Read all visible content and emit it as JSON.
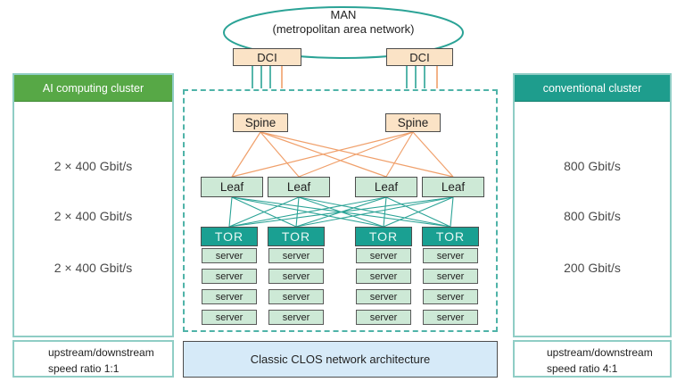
{
  "man": {
    "title": "MAN",
    "subtitle": "(metropolitan area network)"
  },
  "dci": [
    "DCI",
    "DCI"
  ],
  "left_panel": {
    "header": "AI computing cluster",
    "speeds": [
      "2 × 400 Gbit/s",
      "2 × 400 Gbit/s",
      "2 × 400 Gbit/s"
    ],
    "footer_line1": "upstream/downstream",
    "footer_line2": "speed ratio 1:1"
  },
  "right_panel": {
    "header": "conventional cluster",
    "speeds": [
      "800 Gbit/s",
      "800 Gbit/s",
      "200 Gbit/s"
    ],
    "footer_line1": "upstream/downstream",
    "footer_line2": "speed ratio 4:1"
  },
  "clos": {
    "spines": [
      "Spine",
      "Spine"
    ],
    "leaves": [
      "Leaf",
      "Leaf",
      "Leaf",
      "Leaf"
    ],
    "tors": [
      "TOR",
      "TOR",
      "TOR",
      "TOR"
    ],
    "server_label": "server",
    "servers_per_tor": 4,
    "caption": "Classic CLOS network architecture"
  },
  "colors": {
    "teal": "#2ba396",
    "teal_fill": "#1aa092",
    "green_header": "#57a846",
    "orange": "#f0a06b",
    "peach_fill": "#fbe3c6",
    "mint_fill": "#cde9d6",
    "blue_fill": "#d6eaf8",
    "panel_border": "#8fcdc5"
  }
}
